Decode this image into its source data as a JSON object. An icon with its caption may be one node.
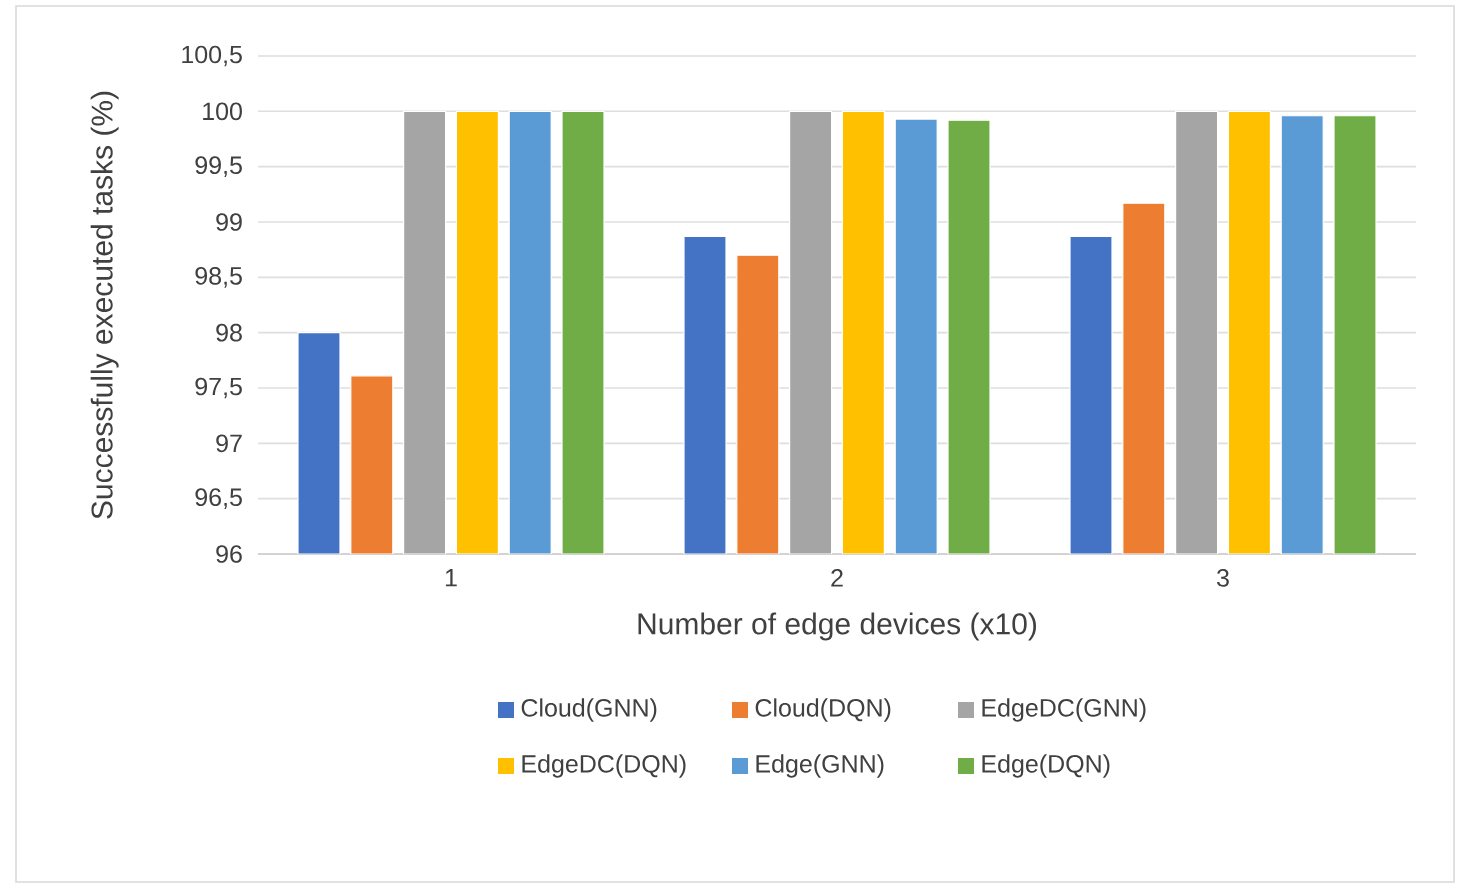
{
  "diagram": {
    "chart_data": {
      "type": "bar",
      "xlabel": "Number of edge devices (x10)",
      "ylabel": "Successfully executed tasks (%)",
      "categories": [
        "1",
        "2",
        "3"
      ],
      "series": [
        {
          "name": "Cloud(GNN)",
          "color": "#4472c4",
          "values": [
            98.0,
            98.87,
            98.87
          ]
        },
        {
          "name": "Cloud(DQN)",
          "color": "#ed7d31",
          "values": [
            97.61,
            98.7,
            99.17
          ]
        },
        {
          "name": "EdgeDC(GNN)",
          "color": "#a5a5a5",
          "values": [
            100,
            100,
            100
          ]
        },
        {
          "name": "EdgeDC(DQN)",
          "color": "#ffc000",
          "values": [
            100,
            100,
            100
          ]
        },
        {
          "name": "Edge(GNN)",
          "color": "#5b9bd5",
          "values": [
            100,
            99.93,
            99.96
          ]
        },
        {
          "name": "Edge(DQN)",
          "color": "#70ad47",
          "values": [
            100,
            99.92,
            99.96
          ]
        }
      ],
      "ylim": [
        96,
        100.5
      ],
      "grid": "y",
      "legend": "bottom",
      "yticks": [
        {
          "value": 96,
          "label": "96"
        },
        {
          "value": 96.5,
          "label": "96,5"
        },
        {
          "value": 97,
          "label": "97"
        },
        {
          "value": 97.5,
          "label": "97,5"
        },
        {
          "value": 98,
          "label": "98"
        },
        {
          "value": 98.5,
          "label": "98,5"
        },
        {
          "value": 99,
          "label": "99"
        },
        {
          "value": 99.5,
          "label": "99,5"
        },
        {
          "value": 100,
          "label": "100"
        },
        {
          "value": 100.5,
          "label": "100,5"
        }
      ]
    }
  }
}
